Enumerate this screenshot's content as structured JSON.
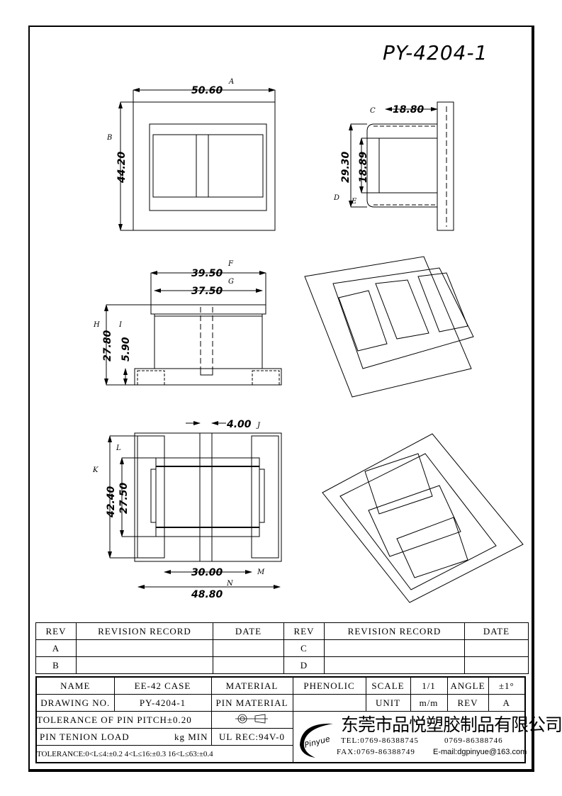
{
  "drawing_number_title": "PY-4204-1",
  "dimensions": {
    "A": {
      "label": "A",
      "value": "50.60"
    },
    "B": {
      "label": "B",
      "value": "44.20"
    },
    "C": {
      "label": "C",
      "value": "18.80"
    },
    "D": {
      "label": "D",
      "value": "29.30"
    },
    "E": {
      "label": "E",
      "value": "18.89"
    },
    "F": {
      "label": "F",
      "value": "39.50"
    },
    "G": {
      "label": "G",
      "value": "37.50"
    },
    "H": {
      "label": "H",
      "value": "27.80"
    },
    "I": {
      "label": "I",
      "value": "5.90"
    },
    "J": {
      "label": "J",
      "value": "4.00"
    },
    "K": {
      "label": "K",
      "value": "42.40"
    },
    "L": {
      "label": "L",
      "value": "27.50"
    },
    "M": {
      "label": "M",
      "value": "30.00"
    },
    "N": {
      "label": "N",
      "value": "48.80"
    }
  },
  "revision_table": {
    "headers": [
      "REV",
      "REVISION RECORD",
      "DATE",
      "REV",
      "REVISION RECORD",
      "DATE"
    ],
    "rows": [
      [
        "A",
        "",
        "",
        "C",
        "",
        ""
      ],
      [
        "B",
        "",
        "",
        "D",
        "",
        ""
      ]
    ]
  },
  "title_block": {
    "name_label": "NAME",
    "name_value": "EE-42 CASE",
    "material_label": "MATERIAL",
    "material_value": "PHENOLIC",
    "scale_label": "SCALE",
    "scale_value": "1/1",
    "angle_label": "ANGLE",
    "angle_value": "±1°",
    "drawing_no_label": "DRAWING NO.",
    "drawing_no_value": "PY-4204-1",
    "pin_material_label": "PIN MATERIAL",
    "unit_label": "UNIT",
    "unit_value": "m/m",
    "rev_label": "REV",
    "rev_value": "A",
    "pin_pitch_tolerance": "TOLERANCE OF PIN PITCH±0.20",
    "pin_tension_label": "PIN TENION LOAD",
    "pin_tension_unit": "kg MIN",
    "ul_rec": "UL REC:94V-0",
    "tolerance": "TOLERANCE:0<L≤4:±0.2  4<L≤16:±0.3  16<L≤63:±0.4"
  },
  "company": {
    "logo_text": "Pinyue",
    "name": "东莞市品悦塑胶制品有限公司",
    "tel1": "TEL:0769-86388745",
    "tel2": "0769-86388746",
    "fax": "FAX:0769-86388749",
    "email": "E-mail:dgpinyue@163.com"
  }
}
